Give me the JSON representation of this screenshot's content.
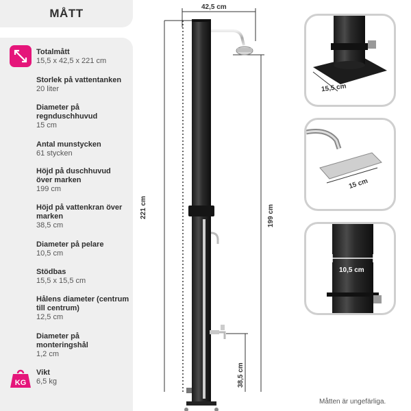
{
  "title": "MÅTT",
  "specs": [
    {
      "label": "Totalmått",
      "value": "15,5 x 42,5 x 221 cm"
    },
    {
      "label": "Storlek på vattentanken",
      "value": "20 liter"
    },
    {
      "label": "Diameter på regnduschhuvud",
      "value": "15 cm"
    },
    {
      "label": "Antal munstycken",
      "value": "61 stycken"
    },
    {
      "label": "Höjd på duschhuvud över marken",
      "value": "199 cm"
    },
    {
      "label": "Höjd på vattenkran över marken",
      "value": "38,5 cm"
    },
    {
      "label": "Diameter på pelare",
      "value": "10,5 cm"
    },
    {
      "label": "Stödbas",
      "value": "15,5 x 15,5 cm"
    },
    {
      "label": "Hålens diameter (centrum till centrum)",
      "value": "12,5 cm"
    },
    {
      "label": "Diameter på monteringshål",
      "value": "1,2 cm"
    },
    {
      "label": "Vikt",
      "value": "6,5 kg"
    }
  ],
  "icons": {
    "size_icon": "resize-arrows-icon",
    "weight_icon": "kg-weight-icon",
    "weight_text": "KG"
  },
  "colors": {
    "accent": "#e5157a",
    "panel": "#efefef"
  },
  "drawing": {
    "width_label": "42,5 cm",
    "total_height_label": "221 cm",
    "shower_height_label": "199 cm",
    "tap_height_label": "38,5 cm"
  },
  "details": {
    "base_label": "15,5 cm",
    "head_label": "15 cm",
    "pillar_label": "10,5 cm"
  },
  "footnote": "Måtten är ungefärliga."
}
